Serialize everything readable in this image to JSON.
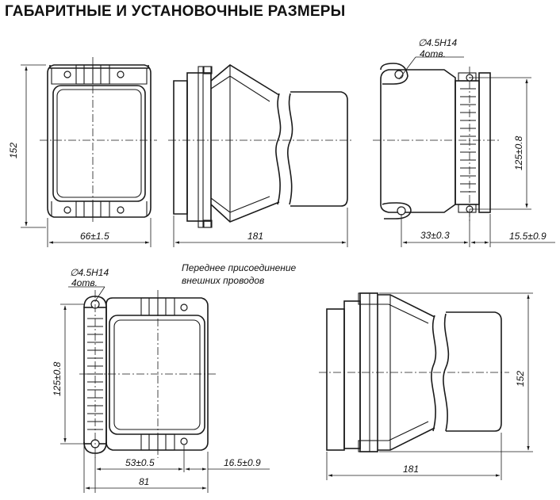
{
  "title": "ГАБАРИТНЫЕ И УСТАНОВОЧНЫЕ РАЗМЕРЫ",
  "view1": {
    "height": "152",
    "width": "66±1.5"
  },
  "view2": {
    "length": "181"
  },
  "view3": {
    "hole_dia": "∅4.5H14",
    "hole_count": "4отв.",
    "hole_spacing": "125±0.8",
    "offset_a": "33±0.3",
    "offset_b": "15.5±0.9"
  },
  "view4": {
    "hole_dia": "∅4.5H14",
    "hole_count": "4отв.",
    "hole_spacing": "125±0.8",
    "offset_a": "53±0.5",
    "offset_b": "16.5±0.9",
    "width": "81"
  },
  "view5": {
    "height": "152",
    "length": "181"
  },
  "note": {
    "line1": "Переднее присоединение",
    "line2": "внешних проводов"
  }
}
